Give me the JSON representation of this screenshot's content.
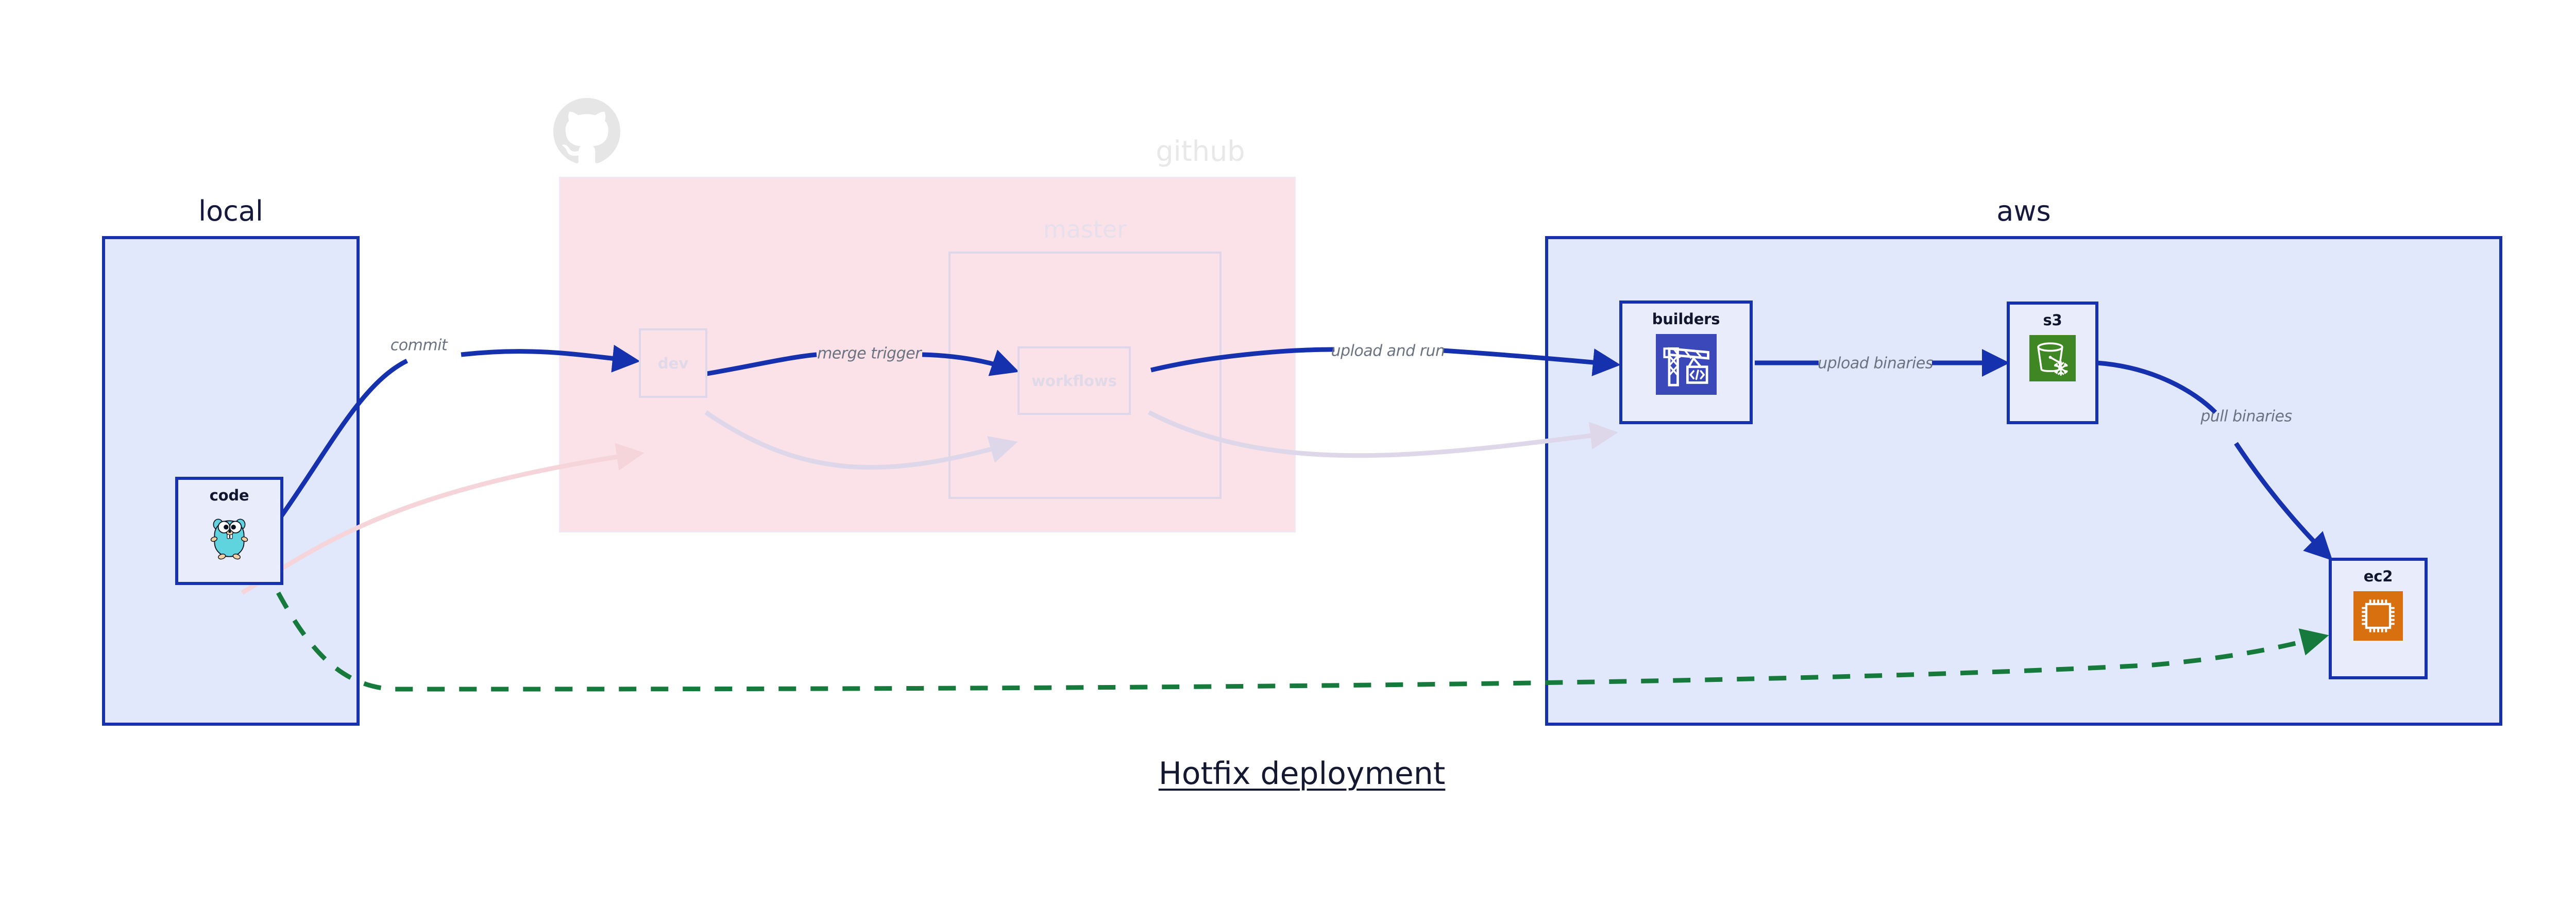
{
  "diagram": {
    "title": "Hotfix deployment",
    "clusters": [
      {
        "id": "local",
        "label": "local"
      },
      {
        "id": "github",
        "label": "github"
      },
      {
        "id": "master",
        "label": "master"
      },
      {
        "id": "aws",
        "label": "aws"
      }
    ],
    "nodes": [
      {
        "id": "code",
        "label": "code",
        "icon": "go-gopher-icon",
        "state": "active"
      },
      {
        "id": "dev",
        "label": "dev",
        "icon": "none",
        "state": "faded"
      },
      {
        "id": "workflows",
        "label": "workflows",
        "icon": "none",
        "state": "faded"
      },
      {
        "id": "builders",
        "label": "builders",
        "icon": "aws-codebuild-icon",
        "state": "active"
      },
      {
        "id": "s3",
        "label": "s3",
        "icon": "aws-s3-glacier-icon",
        "state": "active"
      },
      {
        "id": "ec2",
        "label": "ec2",
        "icon": "aws-ec2-icon",
        "state": "active"
      }
    ],
    "edges": [
      {
        "from": "code",
        "to": "dev",
        "label": "commit",
        "style": "solid",
        "color": "#1531ad"
      },
      {
        "from": "dev",
        "to": "workflows",
        "label": "merge trigger",
        "style": "solid",
        "color": "#1531ad"
      },
      {
        "from": "workflows",
        "to": "builders",
        "label": "upload and run",
        "style": "solid",
        "color": "#1531ad"
      },
      {
        "from": "builders",
        "to": "s3",
        "label": "upload binaries",
        "style": "solid",
        "color": "#1531ad"
      },
      {
        "from": "s3",
        "to": "ec2",
        "label": "pull binaries",
        "style": "solid",
        "color": "#1531ad"
      },
      {
        "from": "code",
        "to": "ec2",
        "label": "",
        "style": "dashed",
        "color": "#167a3c"
      },
      {
        "from": "code",
        "to": "dev",
        "label": "",
        "style": "faded",
        "color": "#f7d7dd"
      },
      {
        "from": "dev",
        "to": "workflows",
        "label": "",
        "style": "faded",
        "color": "#ded7ea"
      },
      {
        "from": "workflows",
        "to": "builders",
        "label": "",
        "style": "faded",
        "color": "#ded7ea"
      }
    ],
    "logo": {
      "name": "github-octocat-icon"
    }
  },
  "colors": {
    "cluster_fill_blue": "#e2e8fb",
    "cluster_fill_pink": "#fae2e8",
    "stroke_blue": "#1531ad",
    "stroke_green": "#167a3c",
    "node_fill": "#e9edfb",
    "faded_stroke": "#ded7ea",
    "codebuild_purple": "#3b48ba",
    "s3_green": "#3f8624",
    "ec2_orange": "#d9700f",
    "gopher_cyan": "#6ad7e5",
    "label_gray": "#6b7280",
    "title_dark": "#141830"
  }
}
